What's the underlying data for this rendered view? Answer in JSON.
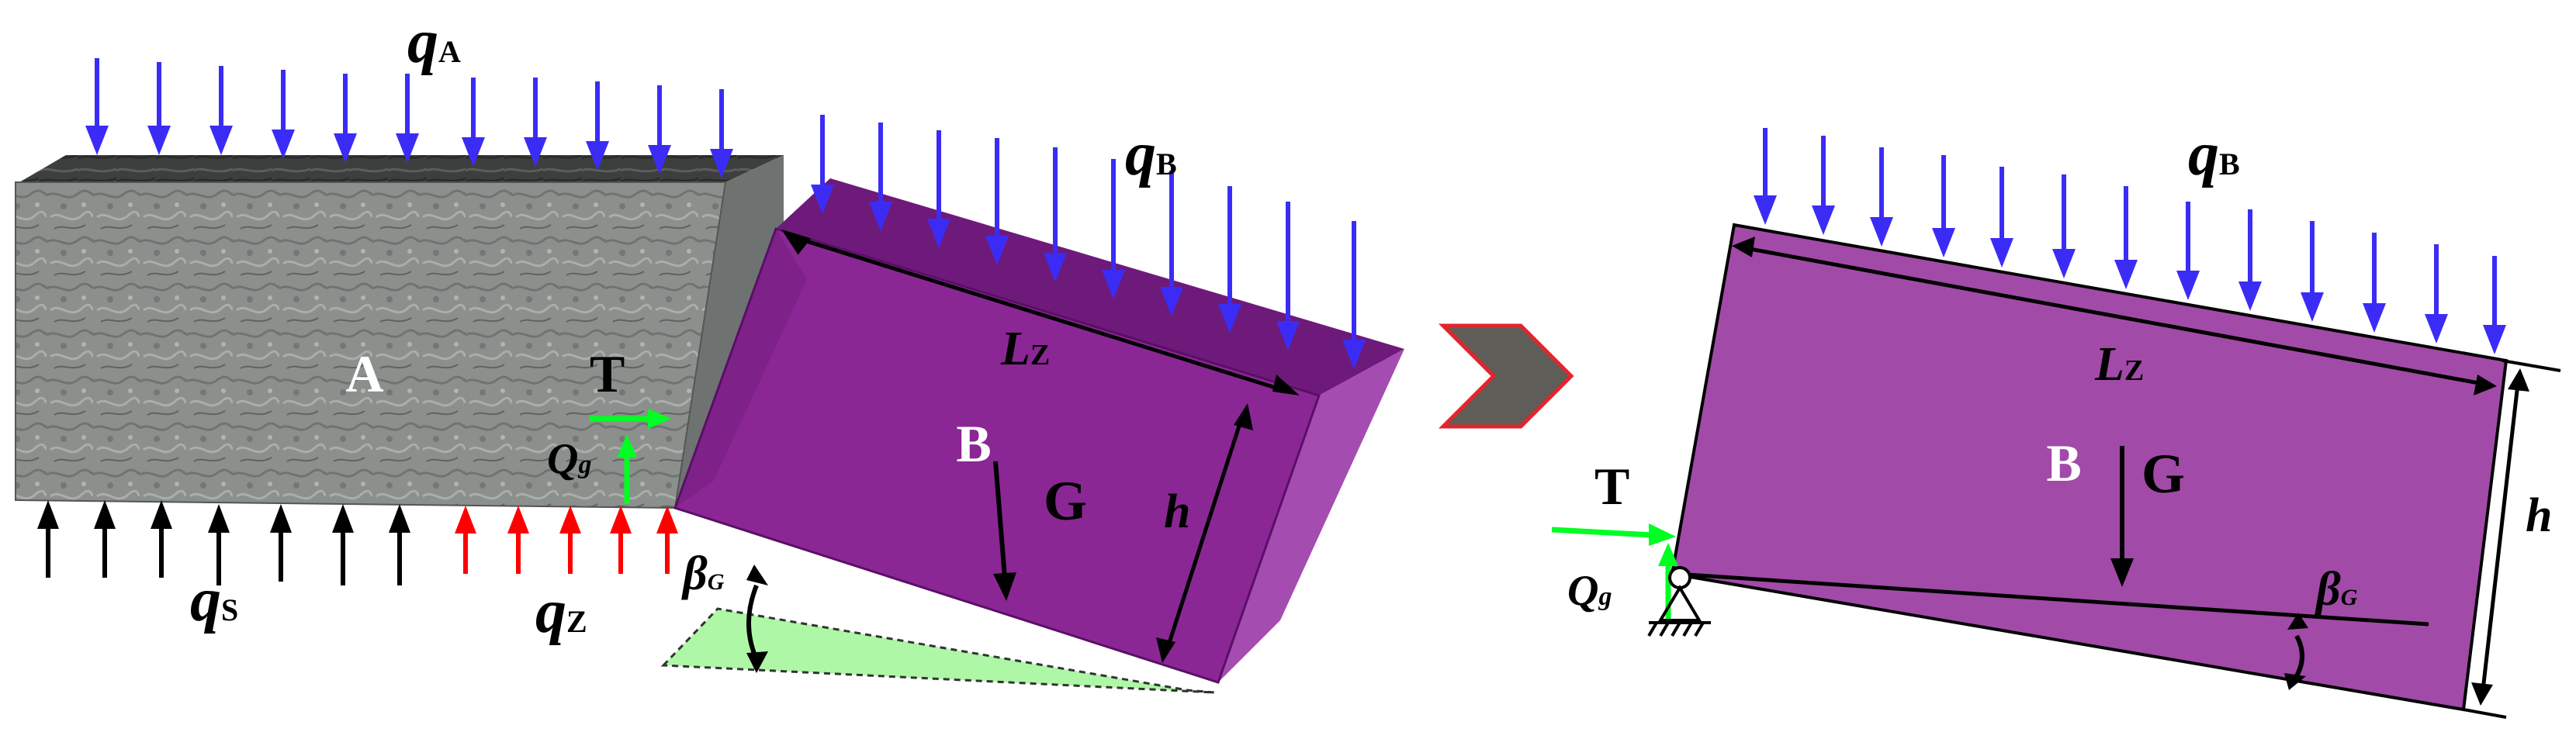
{
  "labels": {
    "qA_main": "q",
    "qA_sub": "A",
    "qB_left_main": "q",
    "qB_left_sub": "B",
    "qB_right_main": "q",
    "qB_right_sub": "B",
    "qS_main": "q",
    "qS_sub": "S",
    "qZ_main": "q",
    "qZ_sub": "Z",
    "block_A": "A",
    "block_B_left": "B",
    "block_B_right": "B",
    "G_left": "G",
    "G_right": "G",
    "T_left": "T",
    "T_right": "T",
    "Qg_left_main": "Q",
    "Qg_left_sub": "g",
    "Qg_right_main": "Q",
    "Qg_right_sub": "g",
    "Lz_left_main": "L",
    "Lz_left_sub": "Z",
    "Lz_right_main": "L",
    "Lz_right_sub": "Z",
    "h_left": "h",
    "h_right": "h",
    "beta_left_main": "β",
    "beta_left_sub": "G",
    "beta_right_main": "β",
    "beta_right_sub": "G"
  },
  "colors": {
    "load_arrow": "#3b2cf5",
    "support_arrow_black": "#000000",
    "support_arrow_red": "#ff0000",
    "force_green": "#00ff22",
    "block_purple": "#8e2c9a",
    "block_purple_light": "#a24aa8",
    "rock_gray": "#8a8f8c",
    "ground_green": "#aef7a6",
    "transition_arrow": "#5e5d58",
    "transition_border": "#e5232c"
  }
}
